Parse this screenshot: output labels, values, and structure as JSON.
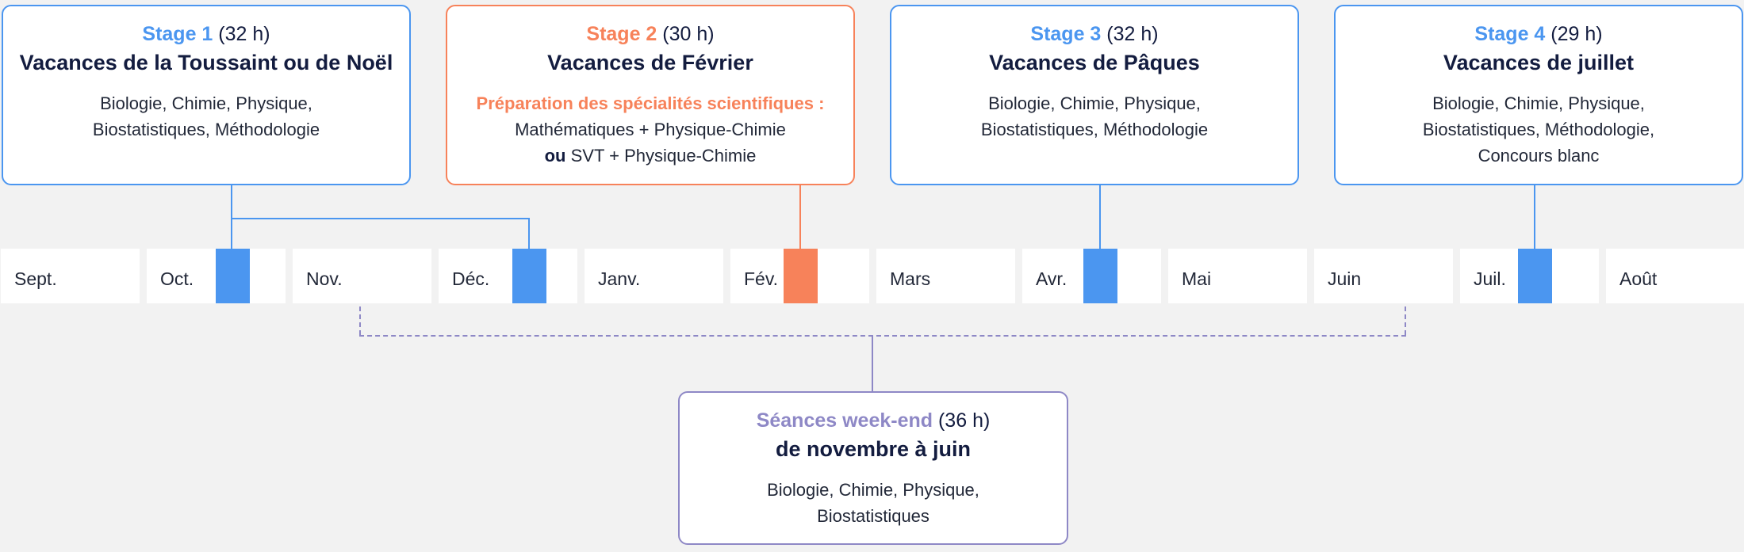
{
  "stages": [
    {
      "name": "Stage 1",
      "hours": "(32 h)",
      "title": "Vacances de la Toussaint ou de Noël",
      "desc": [
        "Biologie, Chimie, Physique,",
        "Biostatistiques, Méthodologie"
      ]
    },
    {
      "name": "Stage 2",
      "hours": "(30 h)",
      "title": "Vacances de Février",
      "highlight": "Préparation des spécialités scientifiques :",
      "desc": [
        "Mathématiques + Physique-Chimie"
      ],
      "or_word": "ou",
      "or_rest": " SVT + Physique-Chimie"
    },
    {
      "name": "Stage 3",
      "hours": "(32 h)",
      "title": "Vacances de Pâques",
      "desc": [
        "Biologie, Chimie, Physique,",
        "Biostatistiques, Méthodologie"
      ]
    },
    {
      "name": "Stage 4",
      "hours": "(29 h)",
      "title": "Vacances de juillet",
      "desc": [
        "Biologie, Chimie, Physique,",
        "Biostatistiques, Méthodologie,",
        "Concours blanc"
      ]
    }
  ],
  "weekend": {
    "name": "Séances week-end",
    "hours": "(36 h)",
    "title": "de novembre à juin",
    "desc": [
      "Biologie, Chimie, Physique,",
      "Biostatistiques"
    ]
  },
  "months": [
    "Sept.",
    "Oct.",
    "Nov.",
    "Déc.",
    "Janv.",
    "Fév.",
    "Mars",
    "Avr.",
    "Mai",
    "Juin",
    "Juil.",
    "Août"
  ],
  "colors": {
    "blue": "#4b96f0",
    "orange": "#f7825a",
    "purple": "#8e88c6",
    "navy": "#131c3f",
    "background": "#f2f2f2"
  }
}
